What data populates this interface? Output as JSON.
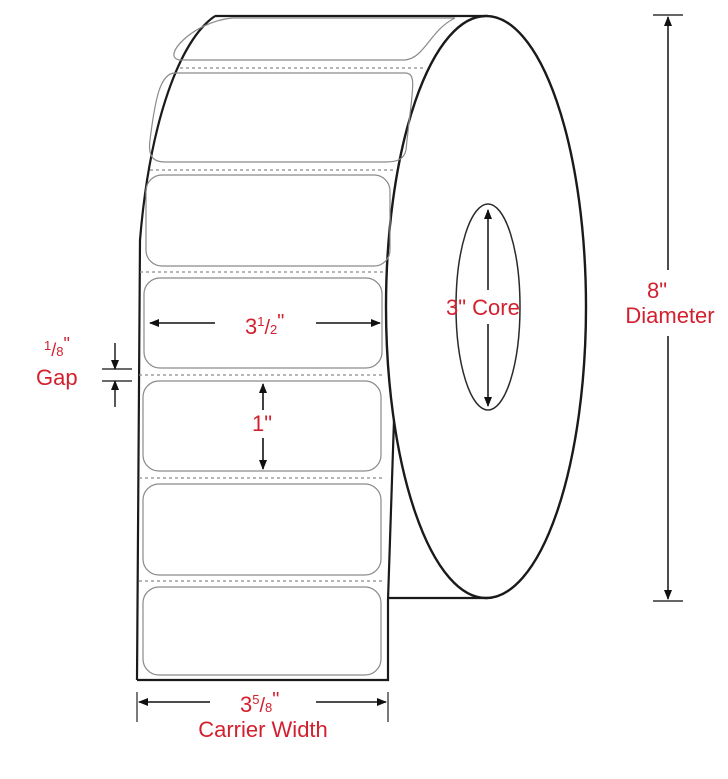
{
  "diagram": {
    "subject": "label-roll",
    "colors": {
      "label_text": "#d3202e",
      "outline": "#1a1a1a",
      "label_edge": "#7a7a7a",
      "perforation": "#8a8a8a",
      "background": "#ffffff"
    },
    "labels_on_roll": 6,
    "dimensions": {
      "label_width": {
        "whole": "3",
        "num": "1",
        "den": "2",
        "unit": "\""
      },
      "label_height": {
        "value": "1\""
      },
      "gap": {
        "num": "1",
        "den": "8",
        "unit": "\"",
        "caption": "Gap"
      },
      "core": {
        "value": "3\" Core"
      },
      "diameter": {
        "value": "8\"",
        "caption": "Diameter"
      },
      "carrier_width": {
        "whole": "3",
        "num": "5",
        "den": "8",
        "unit": "\"",
        "caption": "Carrier Width"
      }
    }
  }
}
